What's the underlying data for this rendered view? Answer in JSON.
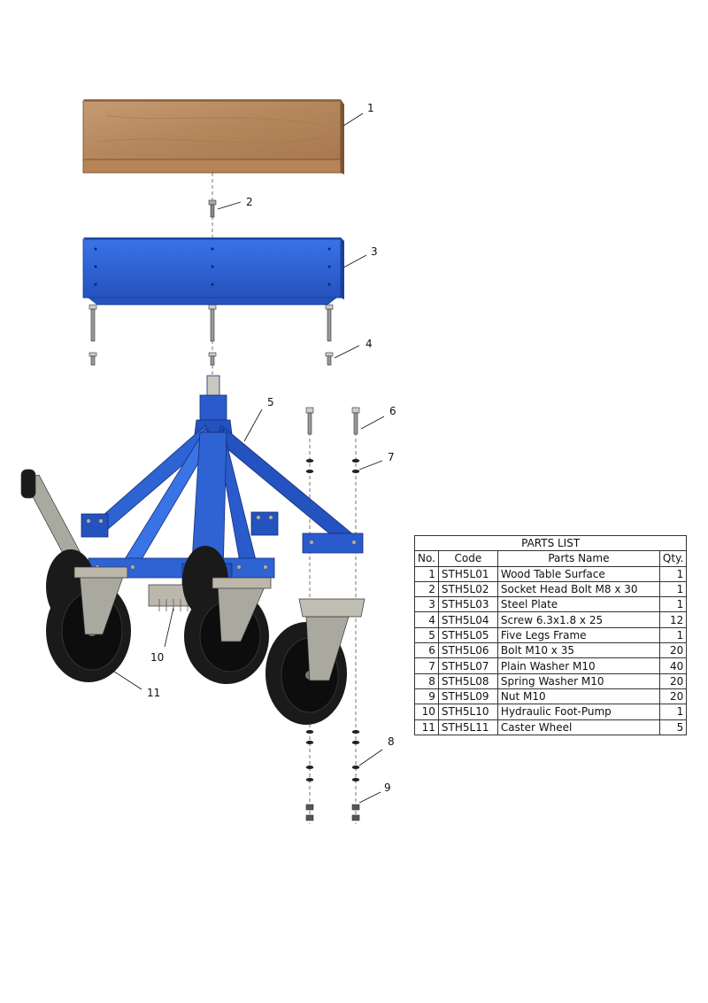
{
  "parts_list": {
    "title": "PARTS LIST",
    "headers": {
      "no": "No.",
      "code": "Code",
      "name": "Parts Name",
      "qty": "Qty."
    },
    "rows": [
      {
        "no": "1",
        "code": "STH5L01",
        "name": "Wood Table Surface",
        "qty": "1"
      },
      {
        "no": "2",
        "code": "STH5L02",
        "name": "Socket Head Bolt M8 x 30",
        "qty": "1"
      },
      {
        "no": "3",
        "code": "STH5L03",
        "name": "Steel Plate",
        "qty": "1"
      },
      {
        "no": "4",
        "code": "STH5L04",
        "name": "Screw 6.3x1.8 x 25",
        "qty": "12"
      },
      {
        "no": "5",
        "code": "STH5L05",
        "name": "Five Legs Frame",
        "qty": "1"
      },
      {
        "no": "6",
        "code": "STH5L06",
        "name": "Bolt M10 x 35",
        "qty": "20"
      },
      {
        "no": "7",
        "code": "STH5L07",
        "name": "Plain Washer M10",
        "qty": "40"
      },
      {
        "no": "8",
        "code": "STH5L08",
        "name": "Spring Washer M10",
        "qty": "20"
      },
      {
        "no": "9",
        "code": "STH5L09",
        "name": "Nut M10",
        "qty": "20"
      },
      {
        "no": "10",
        "code": "STH5L10",
        "name": "Hydraulic Foot-Pump",
        "qty": "1"
      },
      {
        "no": "11",
        "code": "STH5L11",
        "name": "Caster Wheel",
        "qty": "5"
      }
    ]
  },
  "callouts": [
    "1",
    "2",
    "3",
    "4",
    "5",
    "6",
    "7",
    "8",
    "9",
    "10",
    "11"
  ],
  "colors": {
    "wood": "#b98a62",
    "wood_dark": "#8a5f3c",
    "steel_blue": "#2f63d4",
    "steel_blue_dark": "#1c3f9a",
    "silver": "#b8b8b0",
    "tire": "#1a1a1a"
  }
}
